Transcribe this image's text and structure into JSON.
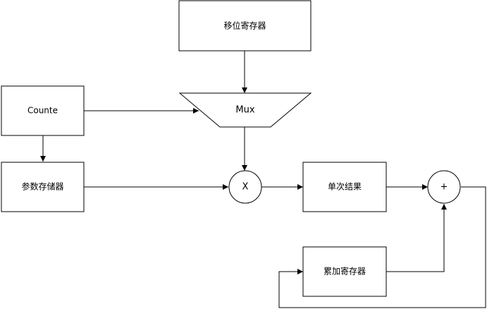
{
  "diagram": {
    "nodes": {
      "shift_register": {
        "label": "移位寄存器"
      },
      "counter": {
        "label": "Counte"
      },
      "mux": {
        "label": "Mux"
      },
      "param_memory": {
        "label": "参数存储器"
      },
      "multiplier": {
        "label": "X"
      },
      "single_result": {
        "label": "单次结果"
      },
      "adder": {
        "label": "+"
      },
      "accumulator": {
        "label": "累加寄存器"
      }
    },
    "edges": [
      {
        "from": "shift_register",
        "to": "mux"
      },
      {
        "from": "counter",
        "to": "mux"
      },
      {
        "from": "counter",
        "to": "param_memory"
      },
      {
        "from": "mux",
        "to": "multiplier"
      },
      {
        "from": "param_memory",
        "to": "multiplier"
      },
      {
        "from": "multiplier",
        "to": "single_result"
      },
      {
        "from": "single_result",
        "to": "adder"
      },
      {
        "from": "accumulator",
        "to": "adder"
      },
      {
        "from": "adder",
        "to": "accumulator"
      }
    ]
  }
}
